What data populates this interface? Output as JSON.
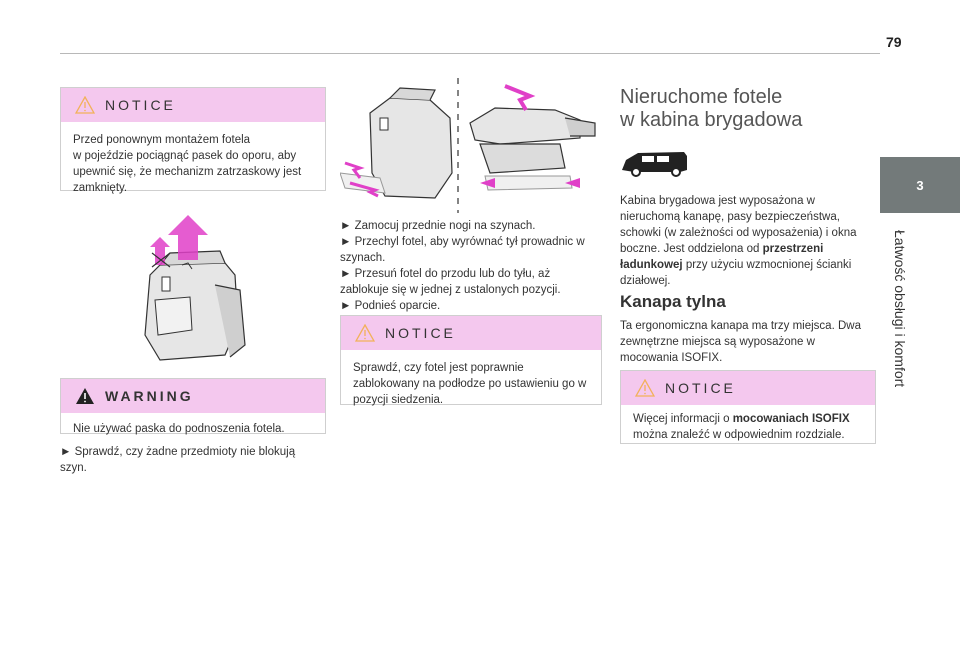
{
  "page": {
    "number": "79",
    "chapter": "3",
    "side_title": "Łatwość obsługi i komfort"
  },
  "left": {
    "notice1": {
      "label": "NOTICE",
      "text": "Przed ponownym montażem fotela\nw pojeździe pociągnąć pasek do oporu, aby upewnić się, że mechanizm zatrzaskowy jest zamknięty."
    },
    "warning": {
      "label": "WARNING",
      "text": "Nie używać paska do podnoszenia fotela."
    },
    "step": "► Sprawdź, czy żadne przedmioty nie blokują szyn."
  },
  "middle": {
    "steps": [
      "► Zamocuj przednie nogi na szynach.",
      "► Przechyl fotel, aby wyrównać tył prowadnic w szynach.",
      "► Przesuń fotel do przodu lub do tyłu, aż zablokuje się w jednej z ustalonych pozycji.",
      "► Podnieś oparcie."
    ],
    "notice": {
      "label": "NOTICE",
      "text": "Sprawdź, czy fotel jest poprawnie zablokowany na podłodze po ustawieniu go w pozycji siedzenia."
    }
  },
  "right": {
    "title_line1": "Nieruchome fotele",
    "title_line2": "w kabina brygadowa",
    "para_a": "Kabina brygadowa jest wyposażona w nieruchomą kanapę, pasy bezpieczeństwa, schowki (w zależności od wyposażenia) i okna boczne. Jest oddzielona od ",
    "para_bold": "przestrzeni ładunkowej",
    "para_b": " przy użyciu wzmocnionej ścianki działowej.",
    "subtitle": "Kanapa tylna",
    "para2": "Ta ergonomiczna kanapa ma trzy miejsca. Dwa zewnętrzne miejsca są wyposażone w mocowania ISOFIX.",
    "notice": {
      "label": "NOTICE",
      "text_a": "Więcej informacji o ",
      "text_bold": "mocowaniach ISOFIX",
      "text_b": " można znaleźć w odpowiednim rozdziale."
    }
  },
  "colors": {
    "accent_pink": "#f4c8ee",
    "arrow_pink": "#e040c8",
    "tab_gray": "#737a7a"
  },
  "icons": [
    "notice-triangle-icon",
    "warning-triangle-icon",
    "van-icon"
  ]
}
